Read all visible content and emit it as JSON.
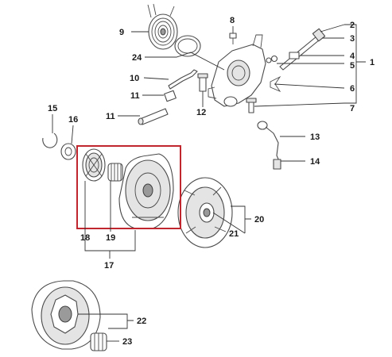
{
  "diagram": {
    "callouts": [
      {
        "id": "c1",
        "text": "1"
      },
      {
        "id": "c2",
        "text": "2"
      },
      {
        "id": "c3",
        "text": "3"
      },
      {
        "id": "c4",
        "text": "4"
      },
      {
        "id": "c5",
        "text": "5"
      },
      {
        "id": "c6",
        "text": "6"
      },
      {
        "id": "c7",
        "text": "7"
      },
      {
        "id": "c8",
        "text": "8"
      },
      {
        "id": "c9",
        "text": "9"
      },
      {
        "id": "c10",
        "text": "10"
      },
      {
        "id": "c11a",
        "text": "11"
      },
      {
        "id": "c11b",
        "text": "11"
      },
      {
        "id": "c12",
        "text": "12"
      },
      {
        "id": "c13",
        "text": "13"
      },
      {
        "id": "c14",
        "text": "14"
      },
      {
        "id": "c15",
        "text": "15"
      },
      {
        "id": "c16",
        "text": "16"
      },
      {
        "id": "c17",
        "text": "17"
      },
      {
        "id": "c18",
        "text": "18"
      },
      {
        "id": "c19",
        "text": "19"
      },
      {
        "id": "c20",
        "text": "20"
      },
      {
        "id": "c21",
        "text": "21"
      },
      {
        "id": "c22",
        "text": "22"
      },
      {
        "id": "c23",
        "text": "23"
      },
      {
        "id": "c24",
        "text": "24"
      }
    ],
    "colors": {
      "highlight": "#c0262d",
      "line": "#4a4a4a",
      "shade": "#e4e4e4",
      "background": "#ffffff"
    }
  }
}
